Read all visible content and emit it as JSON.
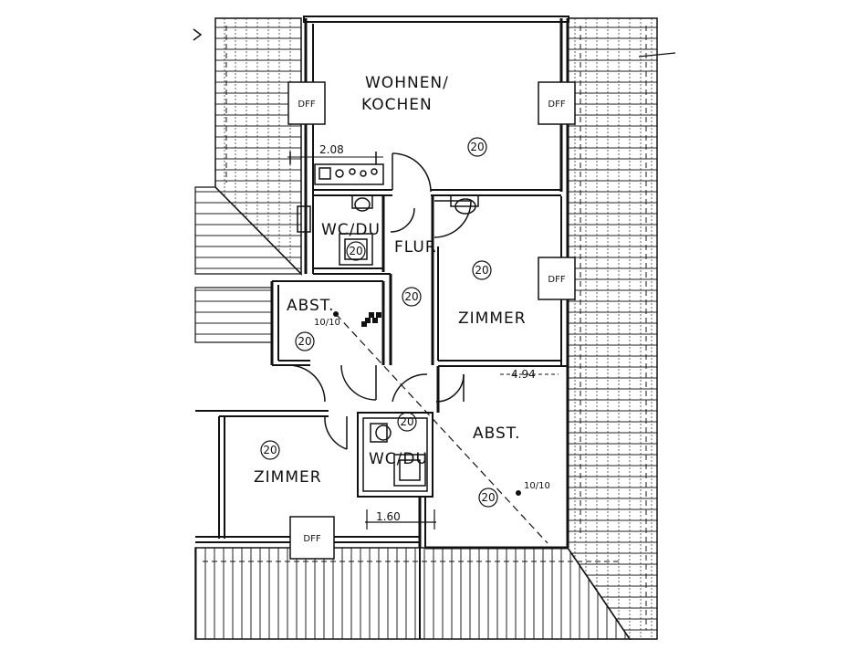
{
  "rooms": {
    "wohnen_line1": "WOHNEN/",
    "wohnen_line2": "KOCHEN",
    "flur": "FLUR",
    "wcdu_top": "WC/DU",
    "wcdu_bottom": "WC/DU",
    "abst_left": "ABST.",
    "abst_right": "ABST.",
    "zimmer_right": "ZIMMER",
    "zimmer_left": "ZIMMER"
  },
  "floor_codes": {
    "wohnen": "20",
    "wc_top": "20",
    "flur": "20",
    "zimmer_right": "20",
    "abst_left": "20",
    "wc_bottom": "20",
    "zimmer_left": "20",
    "abst_right": "20"
  },
  "windows": {
    "dff_wohnen_left": "DFF",
    "dff_wohnen_right": "DFF",
    "dff_zimmer_right": "DFF",
    "dff_zimmer_left": "DFF"
  },
  "dimensions": {
    "kitchen_width": "2.08",
    "bath_width": "1.60",
    "room_width": "4.94",
    "slope_left": "10/10",
    "slope_right": "10/10"
  }
}
